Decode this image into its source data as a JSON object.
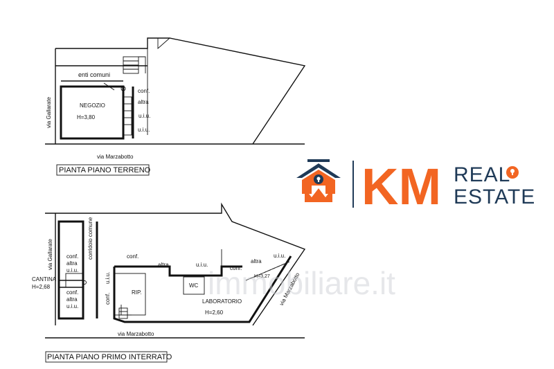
{
  "ground_floor": {
    "title": "PIANTA PIANO TERRENO",
    "labels": {
      "common_areas": "enti comuni",
      "shop": "NEGOZIO",
      "shop_height": "H=3,80",
      "conf": "conf.",
      "altra": "altra",
      "uiu": "u.i.u.",
      "street_gallarate": "via Gallarate",
      "street_marzabotto": "via Marzabotto"
    }
  },
  "basement": {
    "title": "PIANTA PIANO PRIMO INTERRATO",
    "labels": {
      "cellar": "CANTINA",
      "cellar_height": "H=2,68",
      "corridor": "corridoio comune",
      "street_gallarate": "via Gallarate",
      "conf": "conf.",
      "altra": "altra",
      "uiu": "u.i.u.",
      "conf_top": "conf.",
      "altra_top": "altra",
      "uiu_top": "u.i.u.",
      "conf_right": "conf.",
      "altra_right": "altra",
      "uiu_right": "u.i.u.",
      "storage": "RIP.",
      "wc": "WC",
      "lab": "LABORATORIO",
      "lab_height": "H=2,60",
      "small_height": "H=3,27",
      "street_marzabotto": "via Marzabotto",
      "street_marzabotto_right": "via Marzabotto"
    }
  },
  "logo": {
    "km": "KM",
    "real": "REAL",
    "estate": "ESTATE",
    "orange": "#f26522",
    "navy": "#1f3a57"
  },
  "watermark": "immobiliare.it"
}
